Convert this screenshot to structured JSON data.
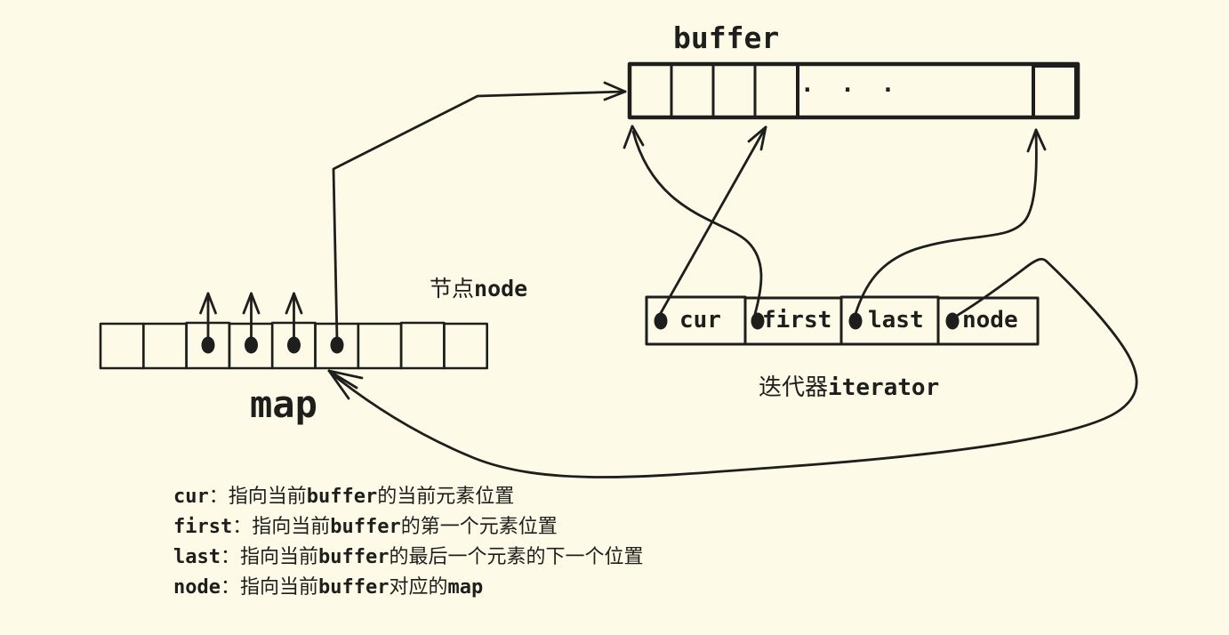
{
  "colors": {
    "background": "#FDFBE7",
    "ink": "#1E1E1C"
  },
  "buffer": {
    "label": "buffer",
    "ellipsis": ". . ."
  },
  "map": {
    "label": "map",
    "cell_count": 9,
    "dot_cells": [
      3,
      4,
      5,
      6
    ],
    "annotation_cn": "节点",
    "annotation_code": "node"
  },
  "iterator": {
    "fields": [
      "cur",
      "first",
      "last",
      "node"
    ],
    "annotation_cn": "迭代器",
    "annotation_code": "iterator"
  },
  "notes": {
    "lines": [
      [
        {
          "k": "code",
          "t": "cur"
        },
        {
          "k": "cn",
          "t": "：指向当前"
        },
        {
          "k": "code",
          "t": "buffer"
        },
        {
          "k": "cn",
          "t": "的当前元素位置"
        }
      ],
      [
        {
          "k": "code",
          "t": "first"
        },
        {
          "k": "cn",
          "t": "：指向当前"
        },
        {
          "k": "code",
          "t": "buffer"
        },
        {
          "k": "cn",
          "t": "的第一个元素位置"
        }
      ],
      [
        {
          "k": "code",
          "t": "last"
        },
        {
          "k": "cn",
          "t": "：指向当前"
        },
        {
          "k": "code",
          "t": "buffer"
        },
        {
          "k": "cn",
          "t": "的最后一个元素的下一个位置"
        }
      ],
      [
        {
          "k": "code",
          "t": "node"
        },
        {
          "k": "cn",
          "t": "：指向当前"
        },
        {
          "k": "code",
          "t": "buffer"
        },
        {
          "k": "cn",
          "t": "对应的"
        },
        {
          "k": "code",
          "t": "map"
        }
      ]
    ]
  }
}
